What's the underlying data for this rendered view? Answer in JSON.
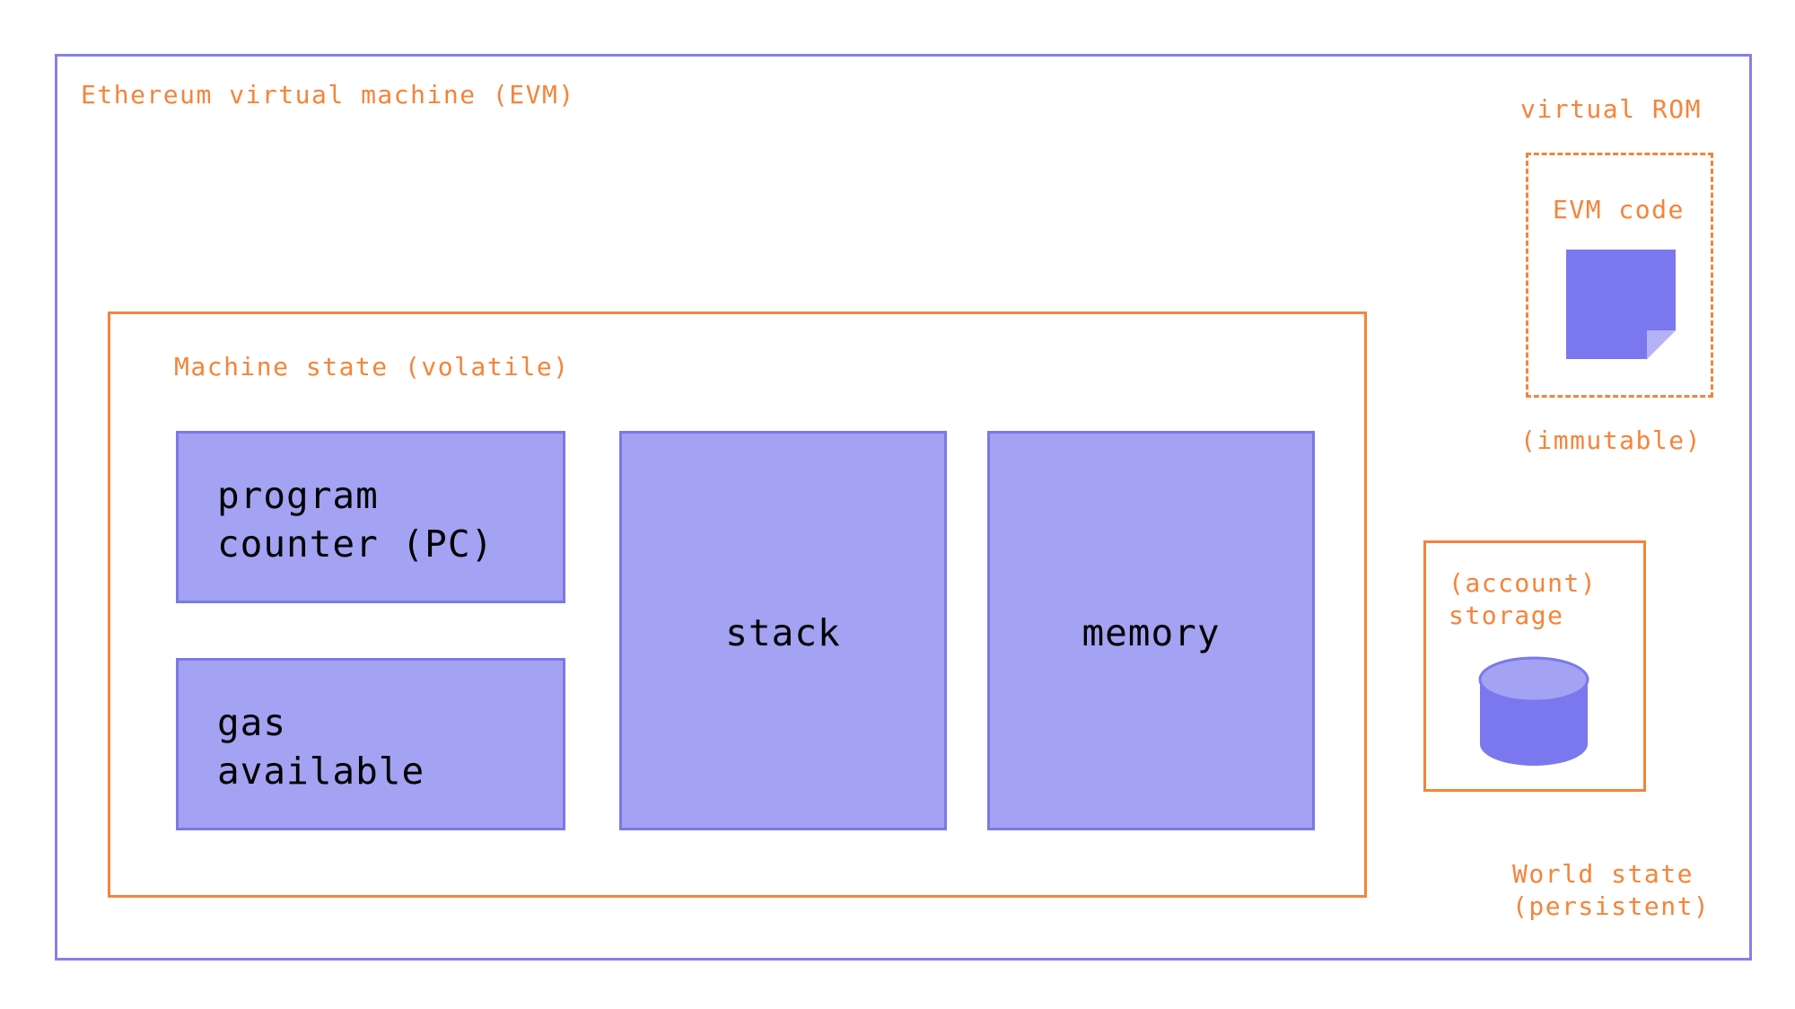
{
  "labels": {
    "evm": "Ethereum virtual machine (EVM)",
    "machine_state": "Machine state (volatile)",
    "virtual_rom": "virtual ROM",
    "evm_code": "EVM code",
    "immutable": "(immutable)",
    "account_storage": "(account)\nstorage",
    "world_state": "World state\n(persistent)"
  },
  "components": {
    "program_counter": "program\ncounter (PC)",
    "gas_available": "gas\navailable",
    "stack": "stack",
    "memory": "memory"
  },
  "colors": {
    "evm_border": "#8580e8",
    "orange": "#f5843a",
    "component_fill": "#a4a2f2",
    "component_border": "#7b78e7",
    "icon_fill": "#7b78ef"
  },
  "icons": {
    "code": "document-icon",
    "storage": "database-icon"
  }
}
